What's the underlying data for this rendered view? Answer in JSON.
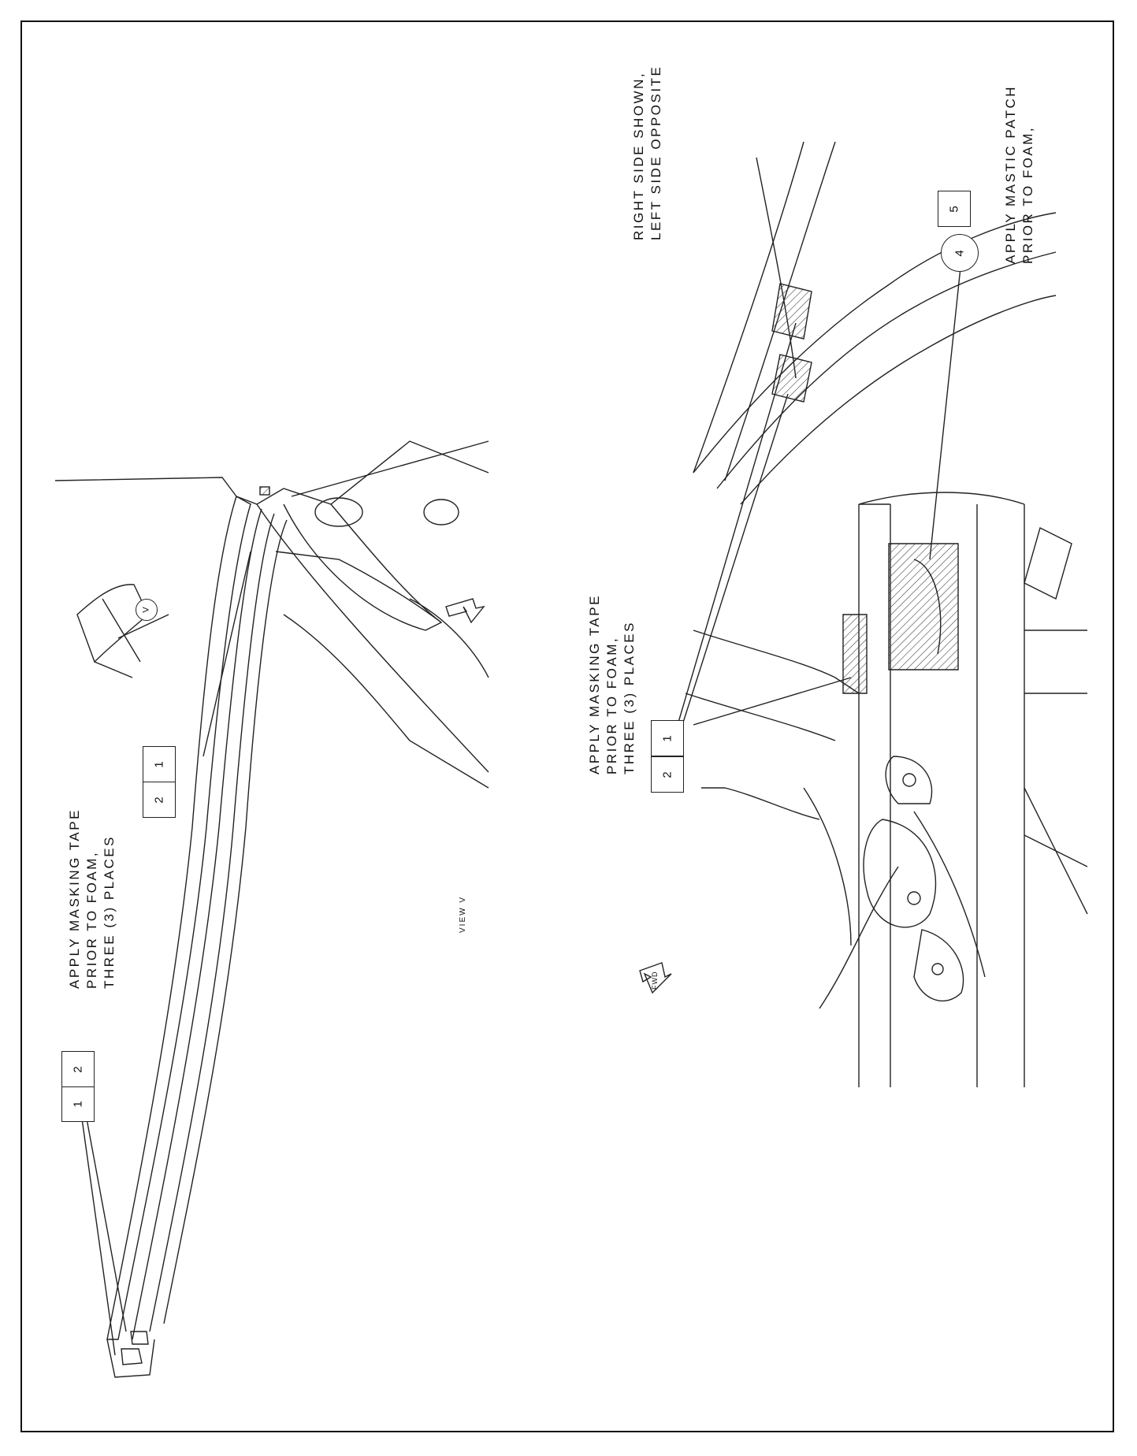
{
  "left_view": {
    "note_lines": [
      "APPLY MASKING TAPE",
      "PRIOR TO FOAM,",
      "THREE (3) PLACES"
    ],
    "callouts_top": [
      "1",
      "2"
    ],
    "callouts_bottom": [
      "1",
      "2"
    ],
    "view_label": "VIEW V",
    "view_marker": "V"
  },
  "right_view": {
    "note1_lines": [
      "RIGHT SIDE SHOWN,",
      "LEFT SIDE OPPOSITE"
    ],
    "note2_lines": [
      "APPLY MASTIC PATCH",
      "PRIOR TO FOAM,"
    ],
    "note3_lines": [
      "APPLY MASKING TAPE",
      "PRIOR TO FOAM,",
      "THREE (3) PLACES"
    ],
    "callout_circle": "4",
    "callout_box_mastic": "5",
    "callouts_tape": [
      "1",
      "2"
    ],
    "fwd_label": "FWD"
  },
  "colors": {
    "line": "#222222",
    "frame": "#111111"
  }
}
